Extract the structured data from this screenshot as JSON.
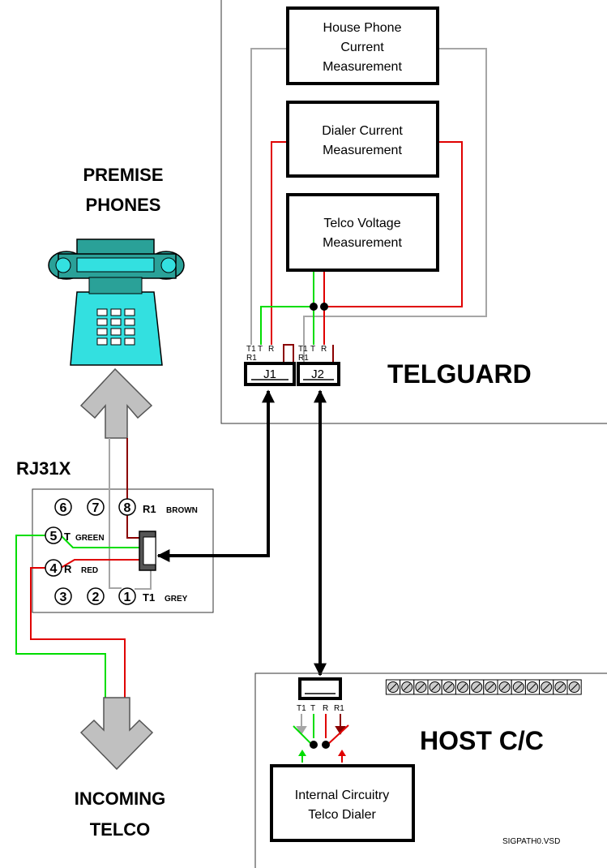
{
  "titles": {
    "premise_line1": "PREMISE",
    "premise_line2": "PHONES",
    "rj31x": "RJ31X",
    "incoming_line1": "INCOMING",
    "incoming_line2": "TELCO",
    "telguard": "TELGUARD",
    "host": "HOST C/C"
  },
  "telguard_boxes": {
    "house_phone": [
      "House Phone",
      "Current",
      "Measurement"
    ],
    "dialer": [
      "Dialer Current",
      "Measurement"
    ],
    "telco_voltage": [
      "Telco Voltage",
      "Measurement"
    ]
  },
  "connectors": {
    "j1": "J1",
    "j2": "J2",
    "pin_labels": [
      "T1",
      "T",
      "R",
      "R1"
    ]
  },
  "rj31x_pins": {
    "top": [
      "6",
      "7",
      "8"
    ],
    "bottom": [
      "3",
      "2",
      "1"
    ],
    "left": [
      "5",
      "4"
    ],
    "labels": {
      "r1": "R1",
      "brown": "BROWN",
      "t": "T",
      "green": "GREEN",
      "r": "R",
      "red": "RED",
      "t1": "T1",
      "grey": "GREY"
    }
  },
  "host_box": [
    "Internal Circuitry",
    "Telco Dialer"
  ],
  "filename": "SIGPATH0.VSD",
  "colors": {
    "grey_wire": "#a6a6a6",
    "red_wire": "#e00000",
    "green_wire": "#00dd00",
    "brown_wire": "#8b0000",
    "phone_teal": "#2aa198",
    "phone_cyan": "#33e0e0",
    "arrow_grey": "#c0c0c0"
  }
}
